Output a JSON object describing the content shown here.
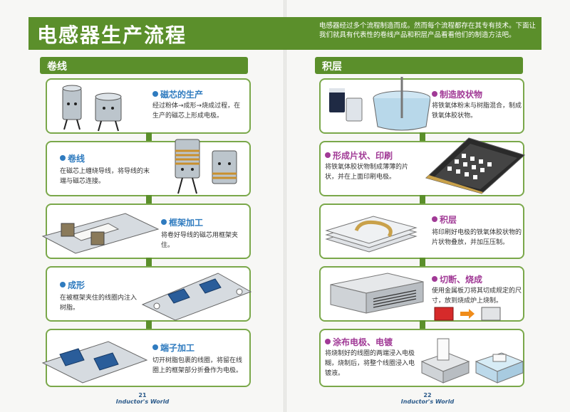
{
  "banner": {
    "title": "电感器生产流程",
    "intro": "电感器经过多个流程制造而成。然而每个流程都存在其专有技术。下面让我们就具有代表性的卷线产品和积层产品看看他们的制造方法吧。"
  },
  "left": {
    "section": "卷线",
    "steps": [
      {
        "title": "磁芯的生产",
        "desc": "经过粉体→成形→烧成过程，在生产的磁芯上形成电极。"
      },
      {
        "title": "卷线",
        "desc": "在磁芯上缠绕导线，将导线的末端与磁芯连接。"
      },
      {
        "title": "框架加工",
        "desc": "将卷好导线的磁芯用框架夹住。"
      },
      {
        "title": "成形",
        "desc": "在被框架夹住的线圈内注入树脂。"
      },
      {
        "title": "端子加工",
        "desc": "切开树脂包裹的线圈，将留在线圈上的框架部分折叠作为电极。"
      }
    ],
    "page_number": "21",
    "brand": "Inductor's World"
  },
  "right": {
    "section": "积层",
    "steps": [
      {
        "title": "制造胶状物",
        "desc": "将铁氧体粉末与树脂混合，制成铁氧体胶状物。"
      },
      {
        "title": "形成片状、印刷",
        "desc": "将铁氧体胶状物制成薄薄的片状，并在上面印刷电极。"
      },
      {
        "title": "积层",
        "desc": "将印刷好电极的铁氧体胶状物的片状物叠放，并加压压制。"
      },
      {
        "title": "切断、烧成",
        "desc": "使用金属板刀将其切成规定的尺寸，放到烧成炉上烧制。"
      },
      {
        "title": "涂布电极、电镀",
        "desc": "将烧制好的线圈的两端浸入电极糊，烧制后，将整个线圈浸入电镀液。"
      }
    ],
    "page_number": "22",
    "brand": "Inductor's World"
  },
  "colors": {
    "green": "#5b8f2b",
    "card_border": "#7aa84a",
    "left_title": "#2f7bbf",
    "right_title": "#a13a96"
  }
}
